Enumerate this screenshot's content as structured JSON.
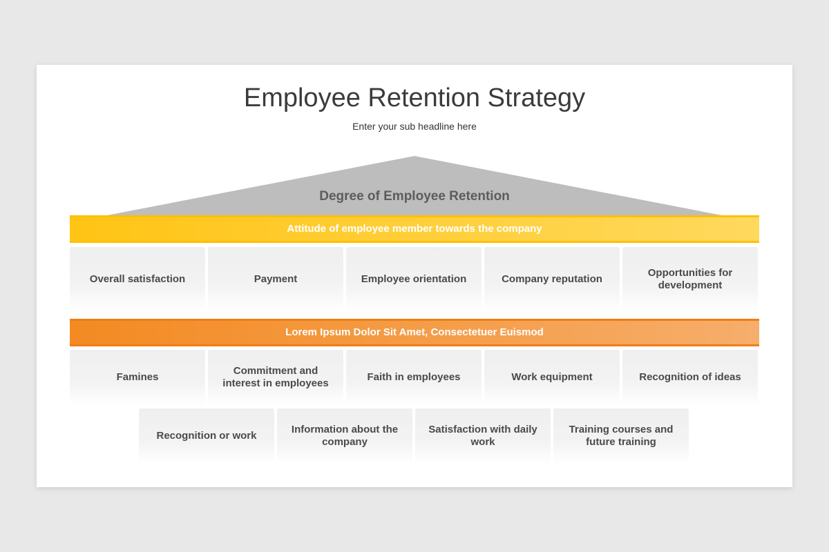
{
  "title": "Employee Retention Strategy",
  "subtitle": "Enter your sub headline here",
  "roof_label": "Degree of Employee Retention",
  "band_top": "Attitude of employee member towards the company",
  "band_middle": "Lorem Ipsum Dolor Sit Amet, Consectetuer Euismod",
  "row1": [
    {
      "label": "Overall satisfaction"
    },
    {
      "label": "Payment"
    },
    {
      "label": "Employee orientation"
    },
    {
      "label": "Company reputation"
    },
    {
      "label": "Opportunities for development"
    }
  ],
  "row2": [
    {
      "label": "Famines"
    },
    {
      "label": "Commitment and interest in employees"
    },
    {
      "label": "Faith in employees"
    },
    {
      "label": "Work equipment"
    },
    {
      "label": "Recognition of ideas"
    }
  ],
  "row3": [
    {
      "label": "Recognition or work"
    },
    {
      "label": "Information about the company"
    },
    {
      "label": "Satisfaction with daily work"
    },
    {
      "label": "Training courses and future training"
    }
  ],
  "colors": {
    "roof": "#bdbdbd",
    "yellow_band": "#ffc414",
    "orange_band": "#f38a22",
    "text_dark": "#3b3b3b"
  }
}
